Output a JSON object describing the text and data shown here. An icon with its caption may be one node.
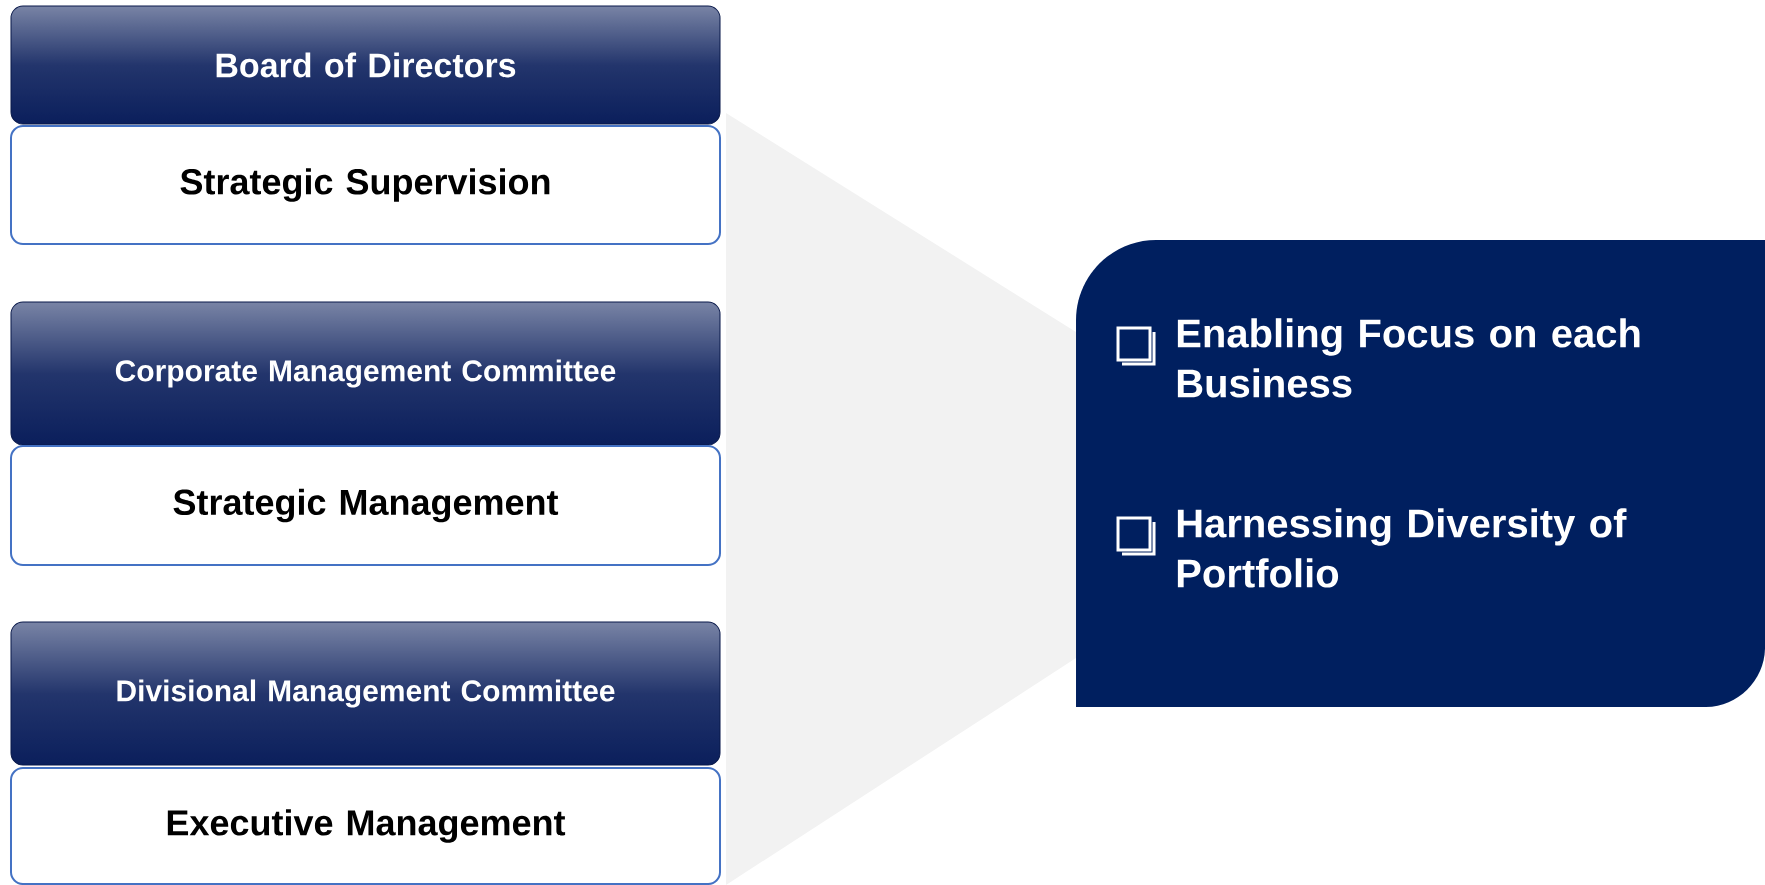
{
  "diagram": {
    "nodes": [
      {
        "text": [
          "Board of Directors"
        ]
      },
      {
        "text": [
          "Strategic Supervision"
        ]
      },
      {
        "text": [
          "Corporate Management Committee"
        ]
      },
      {
        "text": [
          "Strategic Management"
        ]
      },
      {
        "text": [
          "Divisional Management Committee"
        ]
      },
      {
        "text": [
          "Executive Management"
        ]
      },
      {
        "text": [],
        "shape": "trapezoid"
      },
      {
        "text": [
          "Enabling Focus on each Business",
          "Harnessing Diversity of Portfolio"
        ]
      }
    ]
  }
}
